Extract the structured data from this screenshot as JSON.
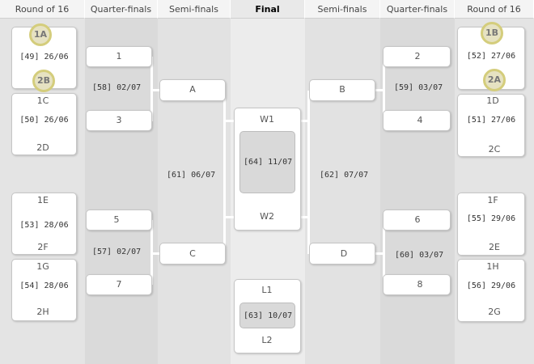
{
  "headers": [
    "Round of 16",
    "Quarter-finals",
    "Semi-finals",
    "Final",
    "Semi-finals",
    "Quarter-finals",
    "Round of 16"
  ],
  "round16": {
    "m49": {
      "top": "1A",
      "bottom": "2B",
      "date": "[49] 26/06"
    },
    "m50": {
      "top": "1C",
      "bottom": "2D",
      "date": "[50] 26/06"
    },
    "m53": {
      "top": "1E",
      "bottom": "2F",
      "date": "[53] 28/06"
    },
    "m54": {
      "top": "1G",
      "bottom": "2H",
      "date": "[54] 28/06"
    },
    "m52": {
      "top": "1B",
      "bottom": "2A",
      "date": "[52] 27/06"
    },
    "m51": {
      "top": "1D",
      "bottom": "2C",
      "date": "[51] 27/06"
    },
    "m55": {
      "top": "1F",
      "bottom": "2E",
      "date": "[55] 29/06"
    },
    "m56": {
      "top": "1H",
      "bottom": "2G",
      "date": "[56] 29/06"
    }
  },
  "quarter": {
    "q1": "1",
    "q3": "3",
    "q5": "5",
    "q7": "7",
    "q2": "2",
    "q4": "4",
    "q6": "6",
    "q8": "8",
    "d58": "[58] 02/07",
    "d57": "[57] 02/07",
    "d59": "[59] 03/07",
    "d60": "[60] 03/07"
  },
  "semi": {
    "a": "A",
    "c": "C",
    "b": "B",
    "d": "D",
    "d61": "[61] 06/07",
    "d62": "[62] 07/07"
  },
  "final": {
    "w1": "W1",
    "w2": "W2",
    "date": "[64] 11/07",
    "l1": "L1",
    "l2": "L2",
    "third_date": "[63] 10/07"
  }
}
